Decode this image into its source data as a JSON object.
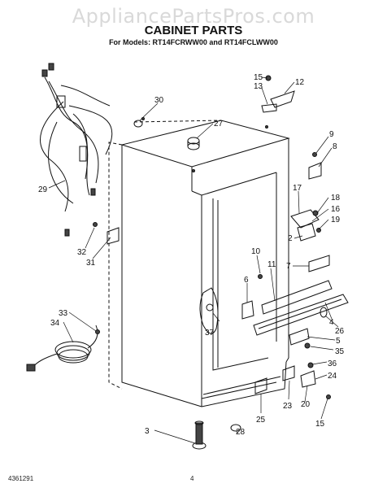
{
  "watermark": "AppliancePartsPros.com",
  "header": {
    "title": "CABINET PARTS",
    "subtitle": "For Models: RT14FCRWW00 and RT14FCLWW00"
  },
  "footer": {
    "doc_number": "4361291",
    "page_number": "4"
  },
  "callouts": {
    "c2": "2",
    "c3": "3",
    "c4": "4",
    "c5": "5",
    "c6": "6",
    "c7": "7",
    "c8": "8",
    "c9": "9",
    "c10": "10",
    "c11": "11",
    "c12": "12",
    "c13": "13",
    "c15a": "15",
    "c15b": "15",
    "c16": "16",
    "c17": "17",
    "c18": "18",
    "c19": "19",
    "c20": "20",
    "c23": "23",
    "c24": "24",
    "c25": "25",
    "c26": "26",
    "c27": "27",
    "c28": "28",
    "c29": "29",
    "c30": "30",
    "c31": "31",
    "c32": "32",
    "c33": "33",
    "c34": "34",
    "c35": "35",
    "c36": "36",
    "c37": "37"
  }
}
